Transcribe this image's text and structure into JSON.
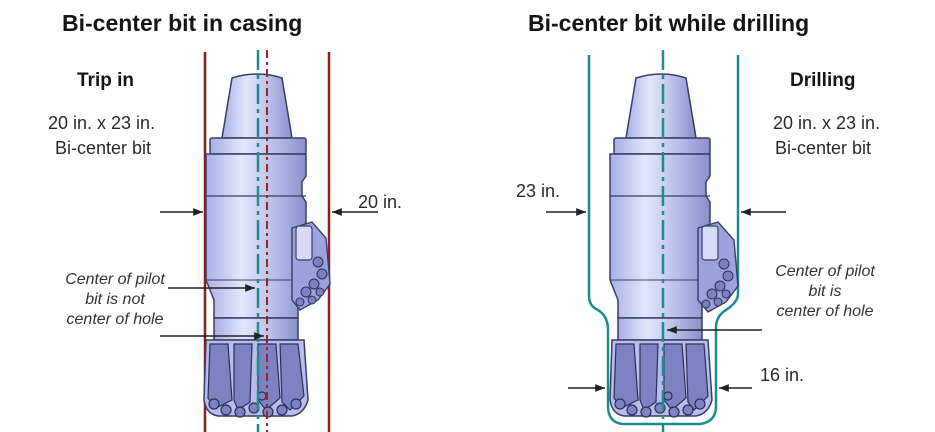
{
  "left_panel": {
    "title": "Bi-center bit in casing",
    "subtitle": "Trip in",
    "spec_line1": "20 in. x 23 in.",
    "spec_line2": "Bi-center bit",
    "dimension_label": "20 in.",
    "note_line1": "Center of pilot",
    "note_line2": "bit is not",
    "note_line3": "center of hole"
  },
  "right_panel": {
    "title": "Bi-center bit while drilling",
    "subtitle": "Drilling",
    "spec_line1": "20 in. x 23 in.",
    "spec_line2": "Bi-center bit",
    "hole_label": "23 in.",
    "pilot_label": "16 in.",
    "note_line1": "Center of pilot",
    "note_line2": "bit is",
    "note_line3": "center of hole"
  },
  "colors": {
    "casing": "#8a1f1f",
    "hole_wall": "#1e8c8c",
    "centerline": "#1e8c8c",
    "hole_center": "#9a2222",
    "bit_body": "#c9cdf0",
    "bit_shadow": "#8d92cc",
    "bit_outline": "#3a3d66",
    "cutter_dark": "#2c2f55"
  }
}
